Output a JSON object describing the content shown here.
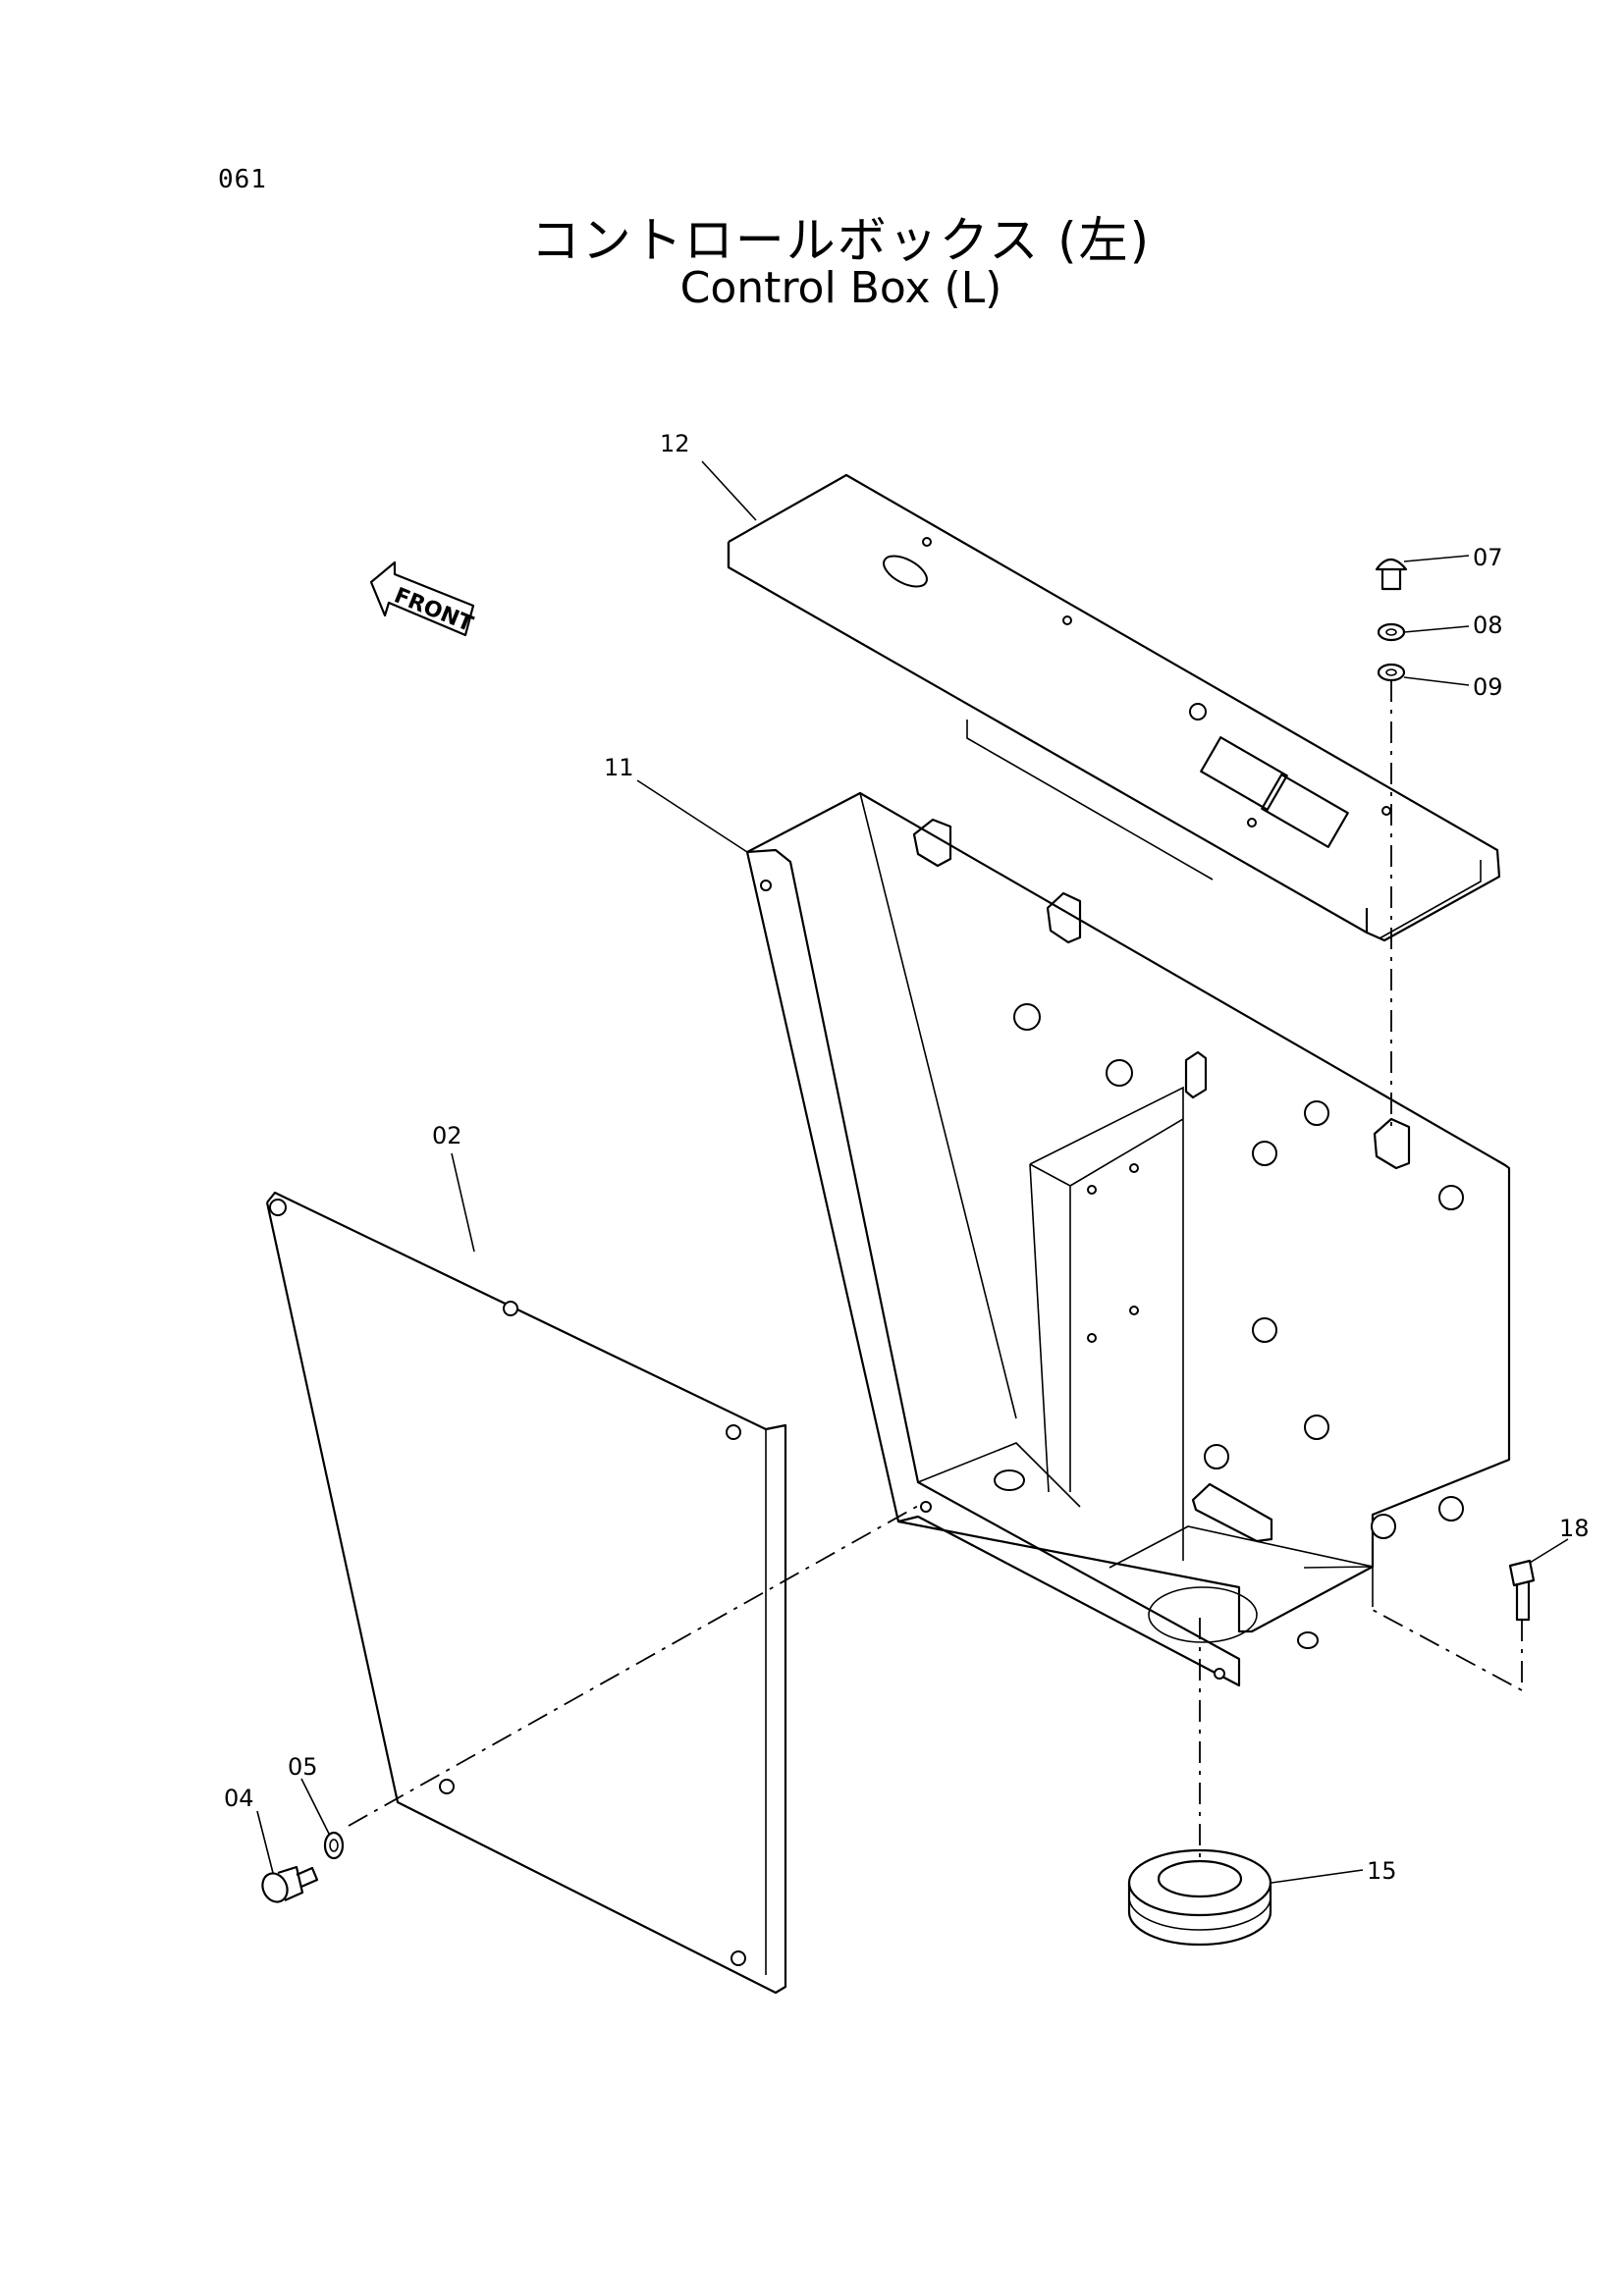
{
  "page_number": "061",
  "title_jp": "コントロールボックス (左)",
  "title_en": "Control Box (L)",
  "front_label": "FRONT",
  "callouts": {
    "p02": "02",
    "p04": "04",
    "p05": "05",
    "p07": "07",
    "p08": "08",
    "p09": "09",
    "p11": "11",
    "p12": "12",
    "p15": "15",
    "p18": "18"
  }
}
